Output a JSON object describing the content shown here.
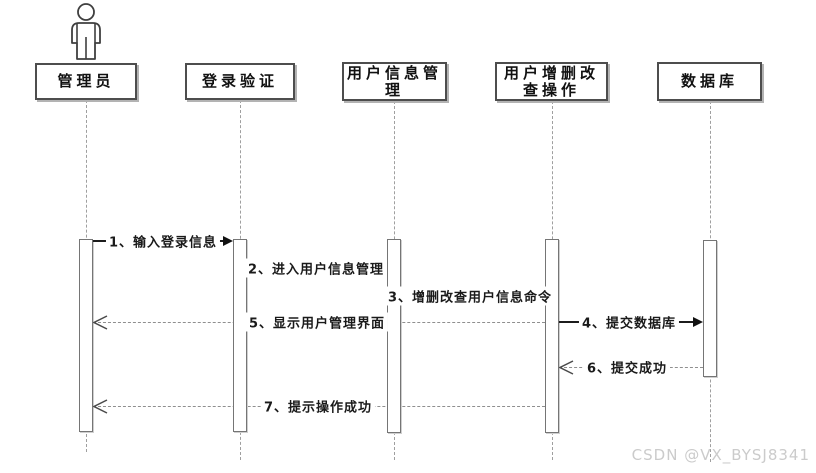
{
  "diagram": {
    "type": "uml-sequence",
    "actor": {
      "name": "管理员"
    },
    "lifelines": [
      {
        "id": "admin",
        "name": "管理员"
      },
      {
        "id": "login",
        "name": "登录验证"
      },
      {
        "id": "userinfo",
        "name": "用户信息管理"
      },
      {
        "id": "crud",
        "name": "用户增删改查操作"
      },
      {
        "id": "database",
        "name": "数据库"
      }
    ],
    "messages": [
      {
        "seq": "1",
        "label": "1、输入登录信息",
        "from": "管理员",
        "to": "登录验证",
        "line": "solid",
        "arrow": "filled-right"
      },
      {
        "seq": "2",
        "label": "2、进入用户信息管理",
        "from": "登录验证",
        "to": "用户信息管理",
        "line": "solid",
        "arrow": "filled-right"
      },
      {
        "seq": "3",
        "label": "3、增删改查用户信息命令",
        "from": "用户信息管理",
        "to": "用户增删改查操作",
        "line": "solid",
        "arrow": "filled-right"
      },
      {
        "seq": "4",
        "label": "4、提交数据库",
        "from": "用户增删改查操作",
        "to": "数据库",
        "line": "solid",
        "arrow": "filled-right"
      },
      {
        "seq": "5",
        "label": "5、显示用户管理界面",
        "from": "用户增删改查操作",
        "to": "管理员",
        "line": "dashed",
        "arrow": "open-left"
      },
      {
        "seq": "6",
        "label": "6、提交成功",
        "from": "数据库",
        "to": "用户增删改查操作",
        "line": "dashed",
        "arrow": "open-left"
      },
      {
        "seq": "7",
        "label": "7、提示操作成功",
        "from": "用户增删改查操作",
        "to": "管理员",
        "line": "dashed",
        "arrow": "open-left"
      }
    ]
  },
  "watermark": {
    "text": "CSDN @VX_BYSJ8341",
    "color": "#cbcbcb"
  },
  "colors": {
    "background": "#ffffff",
    "box_border": "#4d4d4d",
    "lifeline": "#9f9f9f",
    "solid_arrow": "#1c1c1c",
    "dashed_arrow": "#8f8f8f",
    "label_text": "#1a1a1a"
  }
}
